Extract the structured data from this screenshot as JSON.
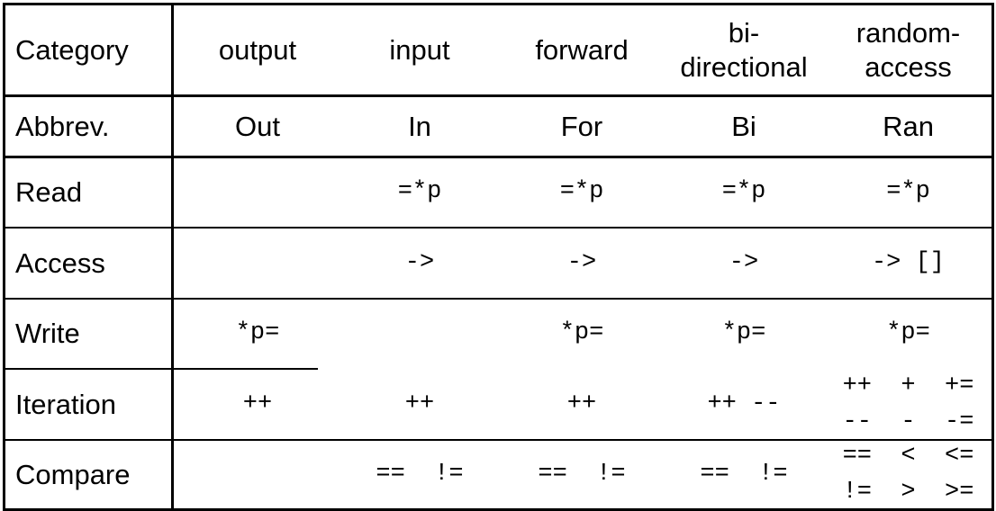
{
  "table": {
    "header": {
      "row_label": "Category",
      "columns": [
        {
          "lines": [
            "output"
          ]
        },
        {
          "lines": [
            "input"
          ]
        },
        {
          "lines": [
            "forward"
          ]
        },
        {
          "lines": [
            "bi-",
            "directional"
          ]
        },
        {
          "lines": [
            "random-",
            "access"
          ]
        }
      ]
    },
    "abbrev": {
      "row_label": "Abbrev.",
      "values": [
        "Out",
        "In",
        "For",
        "Bi",
        "Ran"
      ]
    },
    "rows": [
      {
        "label": "Read",
        "cells": [
          [
            ""
          ],
          [
            "=*p"
          ],
          [
            "=*p"
          ],
          [
            "=*p"
          ],
          [
            "=*p"
          ]
        ]
      },
      {
        "label": "Access",
        "cells": [
          [
            ""
          ],
          [
            "->"
          ],
          [
            "->"
          ],
          [
            "->"
          ],
          [
            "-> []"
          ]
        ]
      },
      {
        "label": "Write",
        "cells": [
          [
            "*p="
          ],
          [
            ""
          ],
          [
            "*p="
          ],
          [
            "*p="
          ],
          [
            "*p="
          ]
        ]
      },
      {
        "label": "Iteration",
        "cells": [
          [
            "++"
          ],
          [
            "++"
          ],
          [
            "++"
          ],
          [
            "++ --"
          ],
          [
            "++  +  +=",
            "--  -  -="
          ]
        ]
      },
      {
        "label": "Compare",
        "cells": [
          [
            ""
          ],
          [
            "==  !="
          ],
          [
            "==  !="
          ],
          [
            "==  !="
          ],
          [
            "==  <  <=",
            "!=  >  >="
          ]
        ]
      }
    ]
  }
}
